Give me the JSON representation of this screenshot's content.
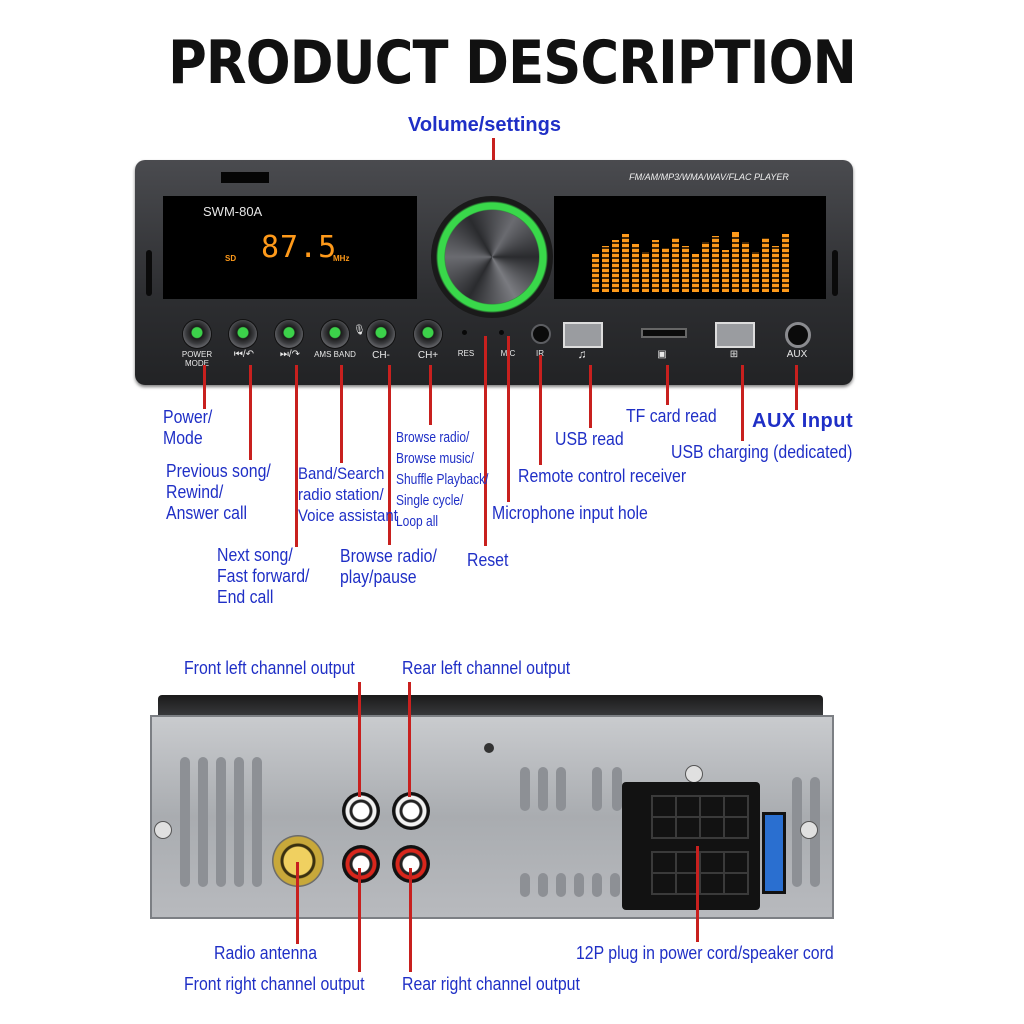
{
  "title": "PRODUCT DESCRIPTION",
  "device": {
    "model": "SWM-80A",
    "formats": "FM/AM/MP3/WMA/WAV/FLAC PLAYER",
    "frequency": "87.5",
    "unit_mhz": "MHz",
    "source": "SD",
    "buttons": {
      "power_mode": "POWER MODE",
      "ams_band": "AMS BAND",
      "ch_minus": "CH-",
      "ch_plus": "CH+",
      "res": "RES",
      "mic": "MIC",
      "aux": "AUX"
    }
  },
  "front_labels": {
    "volume": "Volume/settings",
    "power": [
      "Power/",
      "Mode"
    ],
    "prev": [
      "Previous song/",
      "Rewind/",
      "Answer call"
    ],
    "next": [
      "Next song/",
      "Fast forward/",
      "End call"
    ],
    "band": [
      "Band/Search",
      "radio station/",
      "Voice assistant"
    ],
    "browse_play": [
      "Browse radio/",
      "play/pause"
    ],
    "browse_music": [
      "Browse radio/",
      "Browse music/",
      "Shuffle Playback/",
      "Single cycle/",
      "Loop all"
    ],
    "reset": "Reset",
    "mic_hole": "Microphone input hole",
    "remote": "Remote control receiver",
    "usb_read": "USB read",
    "tf_read": "TF card read",
    "usb_charge": "USB charging (dedicated)",
    "aux_input": "AUX Input"
  },
  "rear_labels": {
    "front_left": "Front left channel output",
    "rear_left": "Rear left channel output",
    "antenna": "Radio antenna",
    "front_right": "Front right channel output",
    "rear_right": "Rear right channel output",
    "plug": "12P plug in power cord/speaker cord"
  },
  "colors": {
    "label_blue": "#1f2fc6",
    "leader_red": "#c8201e",
    "display_amber": "#ff9a1a",
    "knob_ring_green": "#39d84a"
  }
}
